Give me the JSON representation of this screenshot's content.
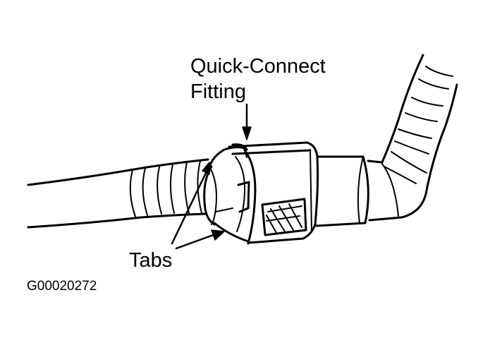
{
  "labels": {
    "fitting_line1": "Quick-Connect",
    "fitting_line2": "Fitting",
    "tabs": "Tabs",
    "figure_code": "G00020272"
  },
  "colors": {
    "ink": "#000000",
    "background": "#ffffff"
  }
}
